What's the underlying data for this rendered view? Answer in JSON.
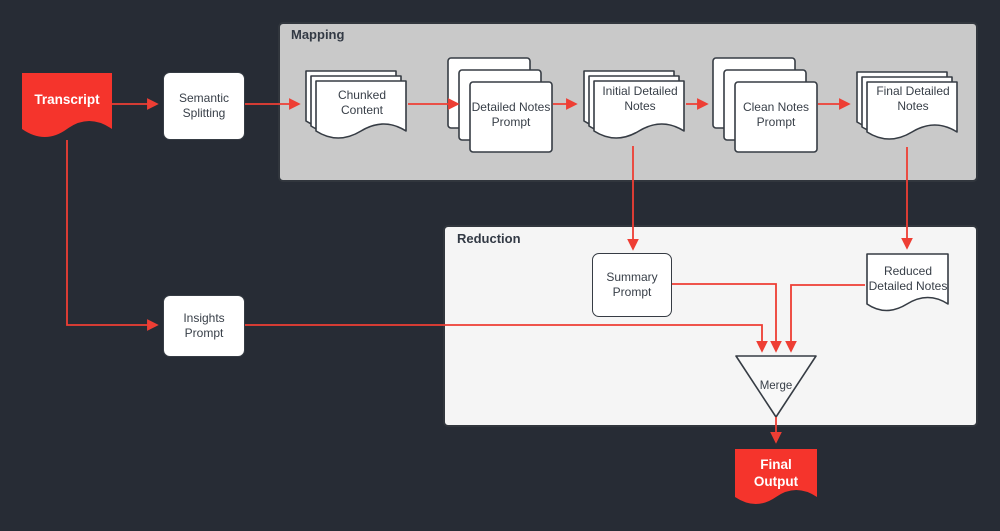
{
  "diagram": {
    "containers": {
      "mapping": {
        "title": "Mapping"
      },
      "reduction": {
        "title": "Reduction"
      }
    },
    "nodes": {
      "transcript": "Transcript",
      "semantic_splitting": "Semantic Splitting",
      "chunked_content": "Chunked Content",
      "detailed_notes_prompt": "Detailed Notes Prompt",
      "initial_detailed_notes": "Initial Detailed Notes",
      "clean_notes_prompt": "Clean Notes Prompt",
      "final_detailed_notes": "Final Detailed Notes",
      "summary_prompt": "Summary Prompt",
      "reduced_detailed_notes": "Reduced Detailed Notes",
      "merge": "Merge",
      "insights_prompt": "Insights Prompt",
      "final_output": "Final Output"
    },
    "colors": {
      "background": "#272c35",
      "shape_red": "#f5342c",
      "connector_red": "#ee3e34",
      "mapping_fill": "#c9c9c9",
      "reduction_fill": "#f5f5f5",
      "shape_border": "#363c44",
      "text_dark": "#383f48",
      "text_light": "#ffffff"
    }
  }
}
